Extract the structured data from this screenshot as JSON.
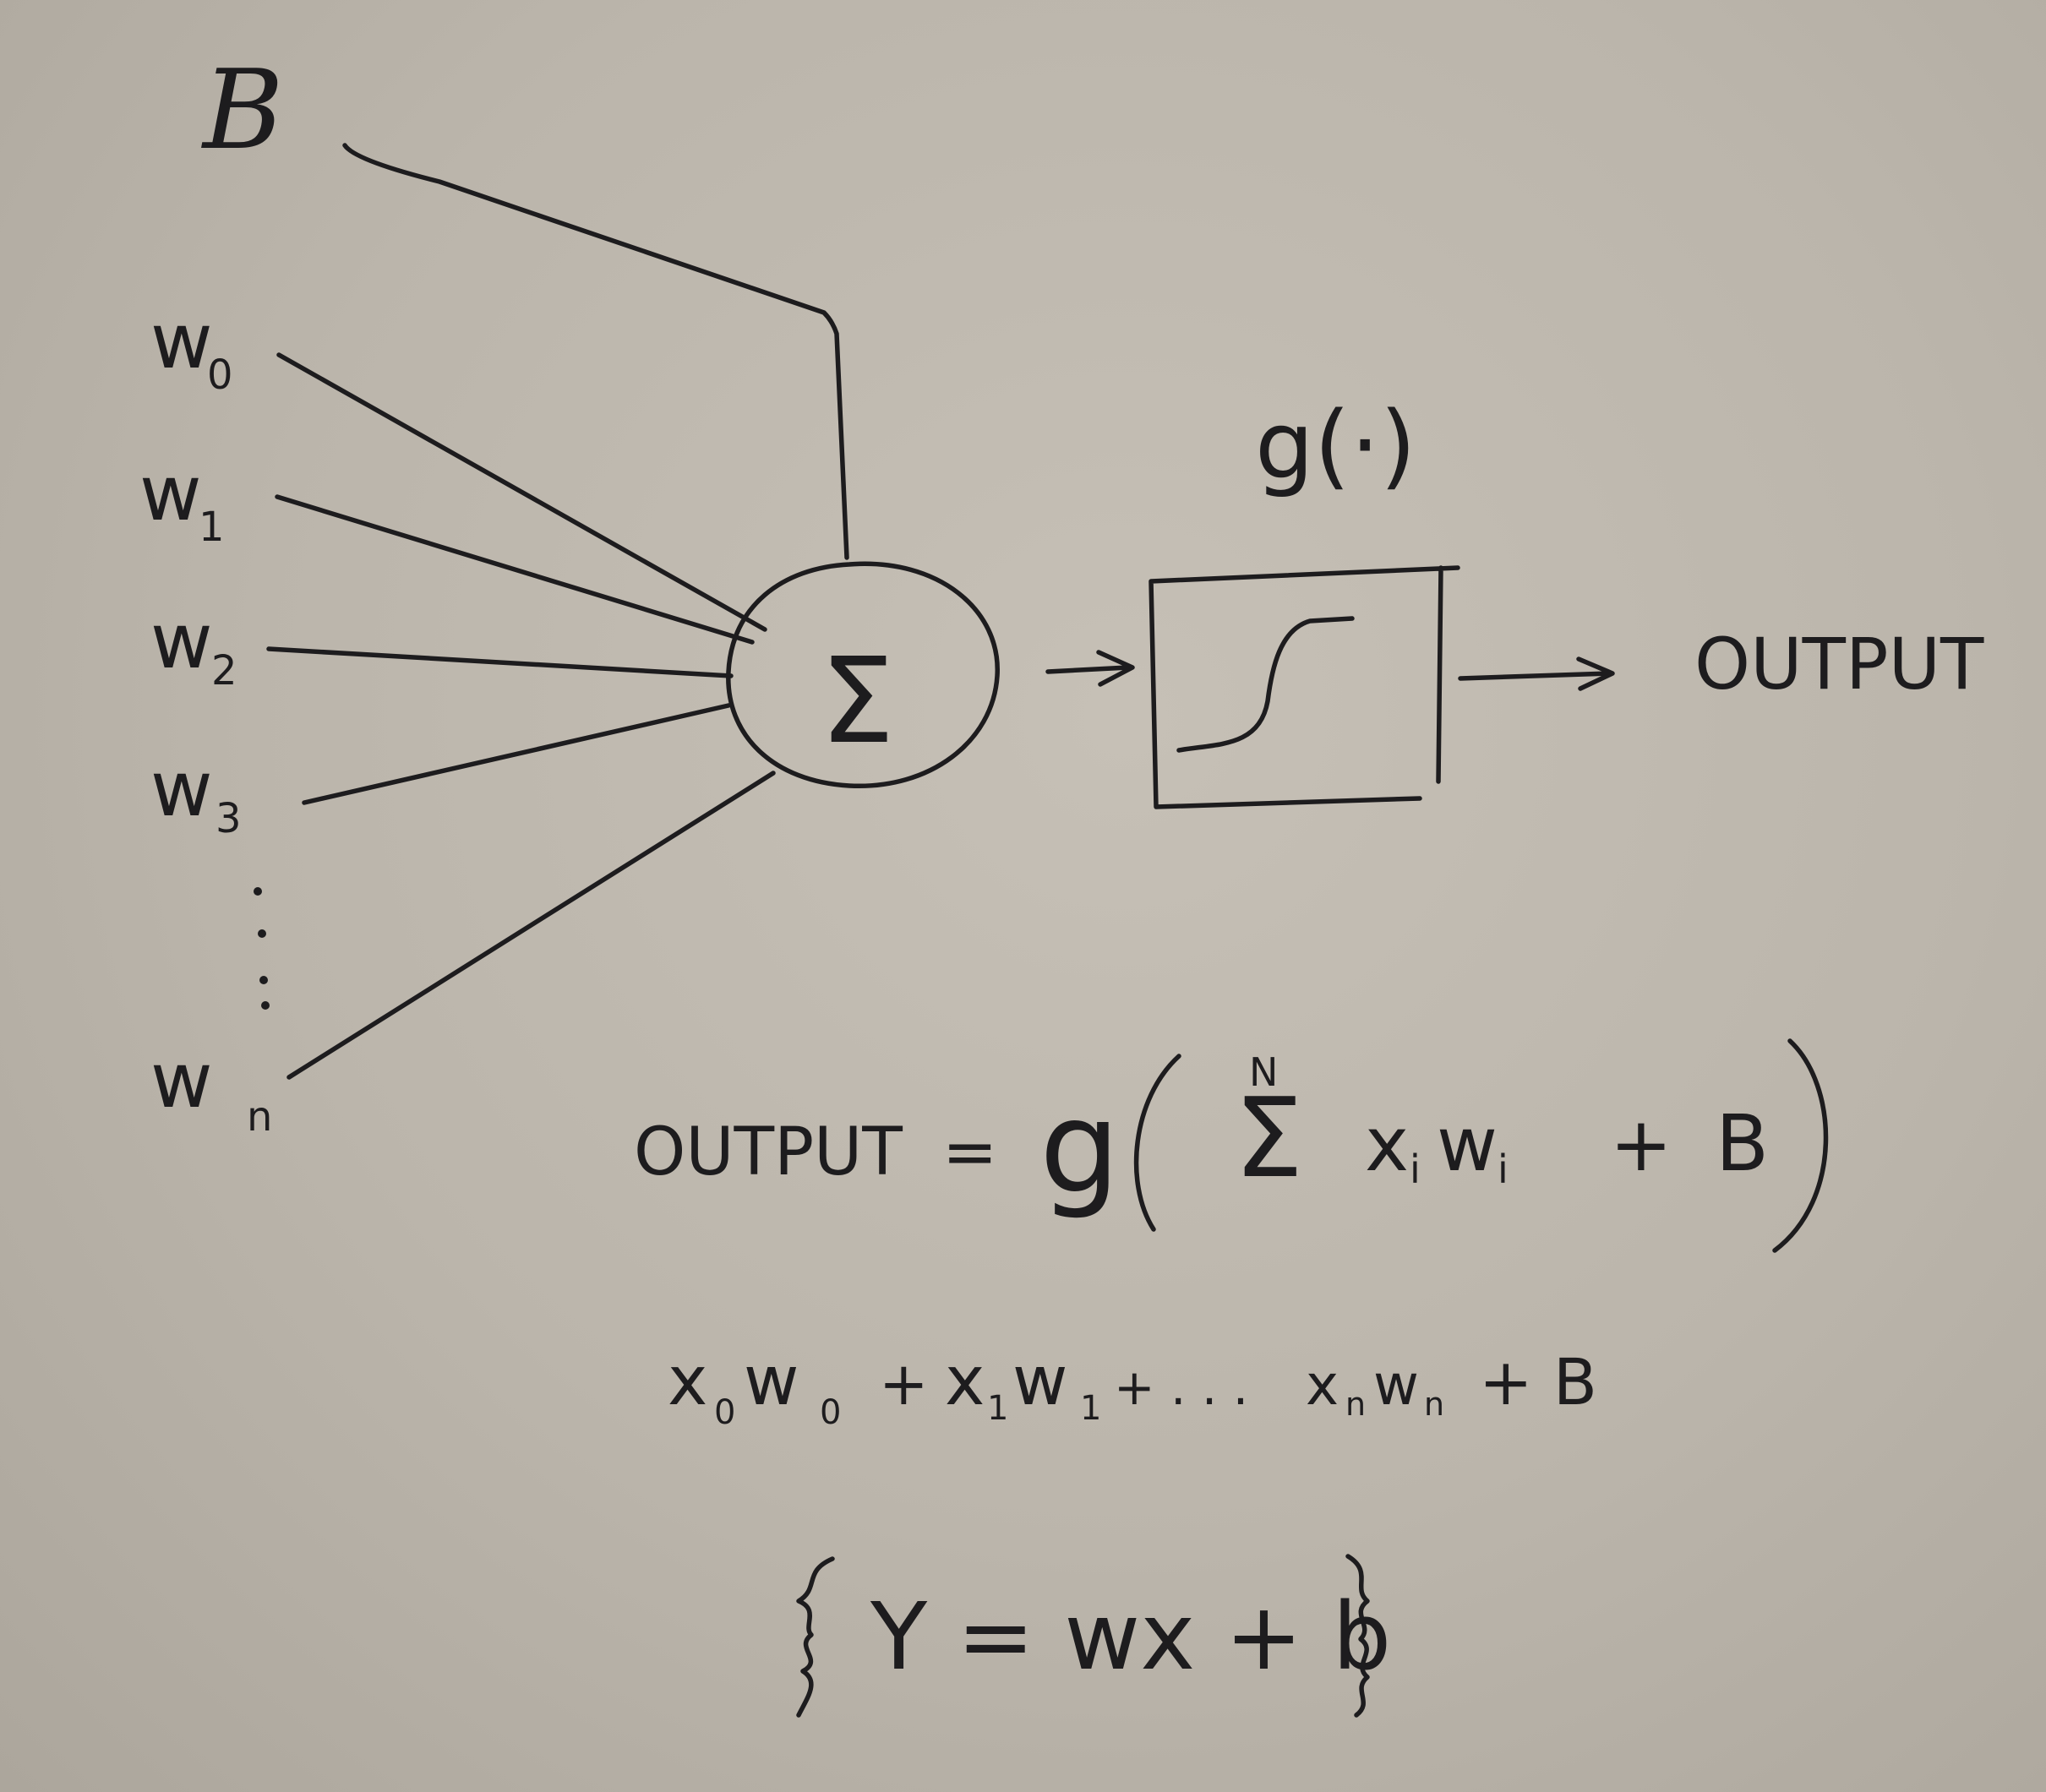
{
  "diagram": {
    "bias_label": "B",
    "weights": [
      {
        "base": "w",
        "sub": "0"
      },
      {
        "base": "w",
        "sub": "1"
      },
      {
        "base": "w",
        "sub": "2"
      },
      {
        "base": "w",
        "sub": "3"
      },
      {
        "base": "w",
        "sub": "n"
      }
    ],
    "summation_symbol": "Σ",
    "activation_label": "g(·)",
    "output_label": "OUTPUT"
  },
  "equations": {
    "output_lhs": "OUTPUT",
    "equals": "=",
    "g": "g",
    "sum_symbol": "Σ",
    "sum_upper": "N",
    "term_x": "x",
    "term_x_sub": "i",
    "term_w": "w",
    "term_w_sub": "i",
    "plus": "+",
    "bias": "B",
    "expansion": [
      {
        "text": "x",
        "sub": "0"
      },
      {
        "text": "w",
        "sub": "0"
      },
      {
        "text": "+ ",
        "sub": ""
      },
      {
        "text": "x",
        "sub": "1"
      },
      {
        "text": "w",
        "sub": "1"
      },
      {
        "text": "+ . . .",
        "sub": ""
      },
      {
        "text": "x",
        "sub": "n"
      },
      {
        "text": "w",
        "sub": "n"
      },
      {
        "text": "+ B",
        "sub": ""
      }
    ],
    "linear": "Y = wx + b"
  },
  "colors": {
    "ink": "#1d1c1e",
    "paper": "#c2bcb2"
  }
}
